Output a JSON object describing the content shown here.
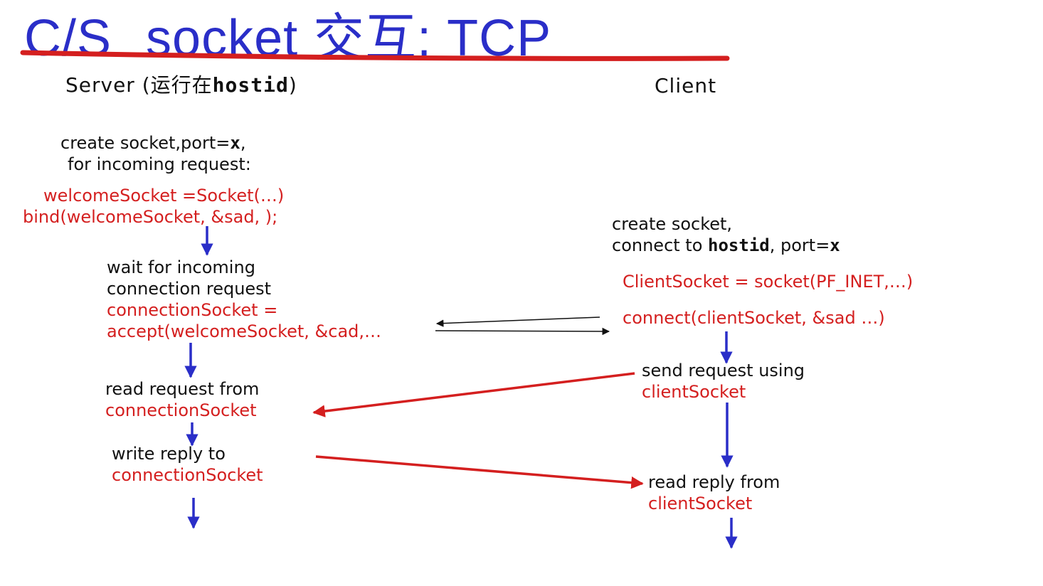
{
  "slide": {
    "title_part1": "C/S",
    "title_part2": "socket 交互: TCP",
    "accent_color": "#2a2ec8",
    "underline_color": "#d41f1f"
  },
  "server": {
    "header_prefix": "Server (运行在",
    "header_host": "hostid",
    "header_suffix": ")",
    "create": {
      "line1_prefix": "create socket,port=",
      "line1_x": "x",
      "line1_suffix": ",",
      "line2": "for incoming request:",
      "code1": "welcomeSocket =Socket(…)",
      "code2": "bind(welcomeSocket, &sad, );"
    },
    "wait": {
      "line1": "wait for incoming",
      "line2": "connection request",
      "code1": "connectionSocket =",
      "code2": "accept(welcomeSocket, &cad,…"
    },
    "read": {
      "line1": "read request from",
      "code1": "connectionSocket"
    },
    "write": {
      "line1": "write reply to",
      "code1": "connectionSocket"
    }
  },
  "client": {
    "header": "Client",
    "create": {
      "line1": "create socket,",
      "line2_prefix": "connect to ",
      "line2_host": "hostid",
      "line2_mid": ", port=",
      "line2_x": "x",
      "code1": "ClientSocket = socket(PF_INET,…)",
      "code2": "connect(clientSocket, &sad …)"
    },
    "send": {
      "line1": "send request using",
      "code1": "clientSocket"
    },
    "read": {
      "line1": "read reply from",
      "code1": "clientSocket"
    }
  },
  "colors": {
    "flow_arrow": "#2a2ec8",
    "data_arrow": "#d41f1f",
    "handshake_arrow": "#111111",
    "code_text": "#d41f1f"
  }
}
